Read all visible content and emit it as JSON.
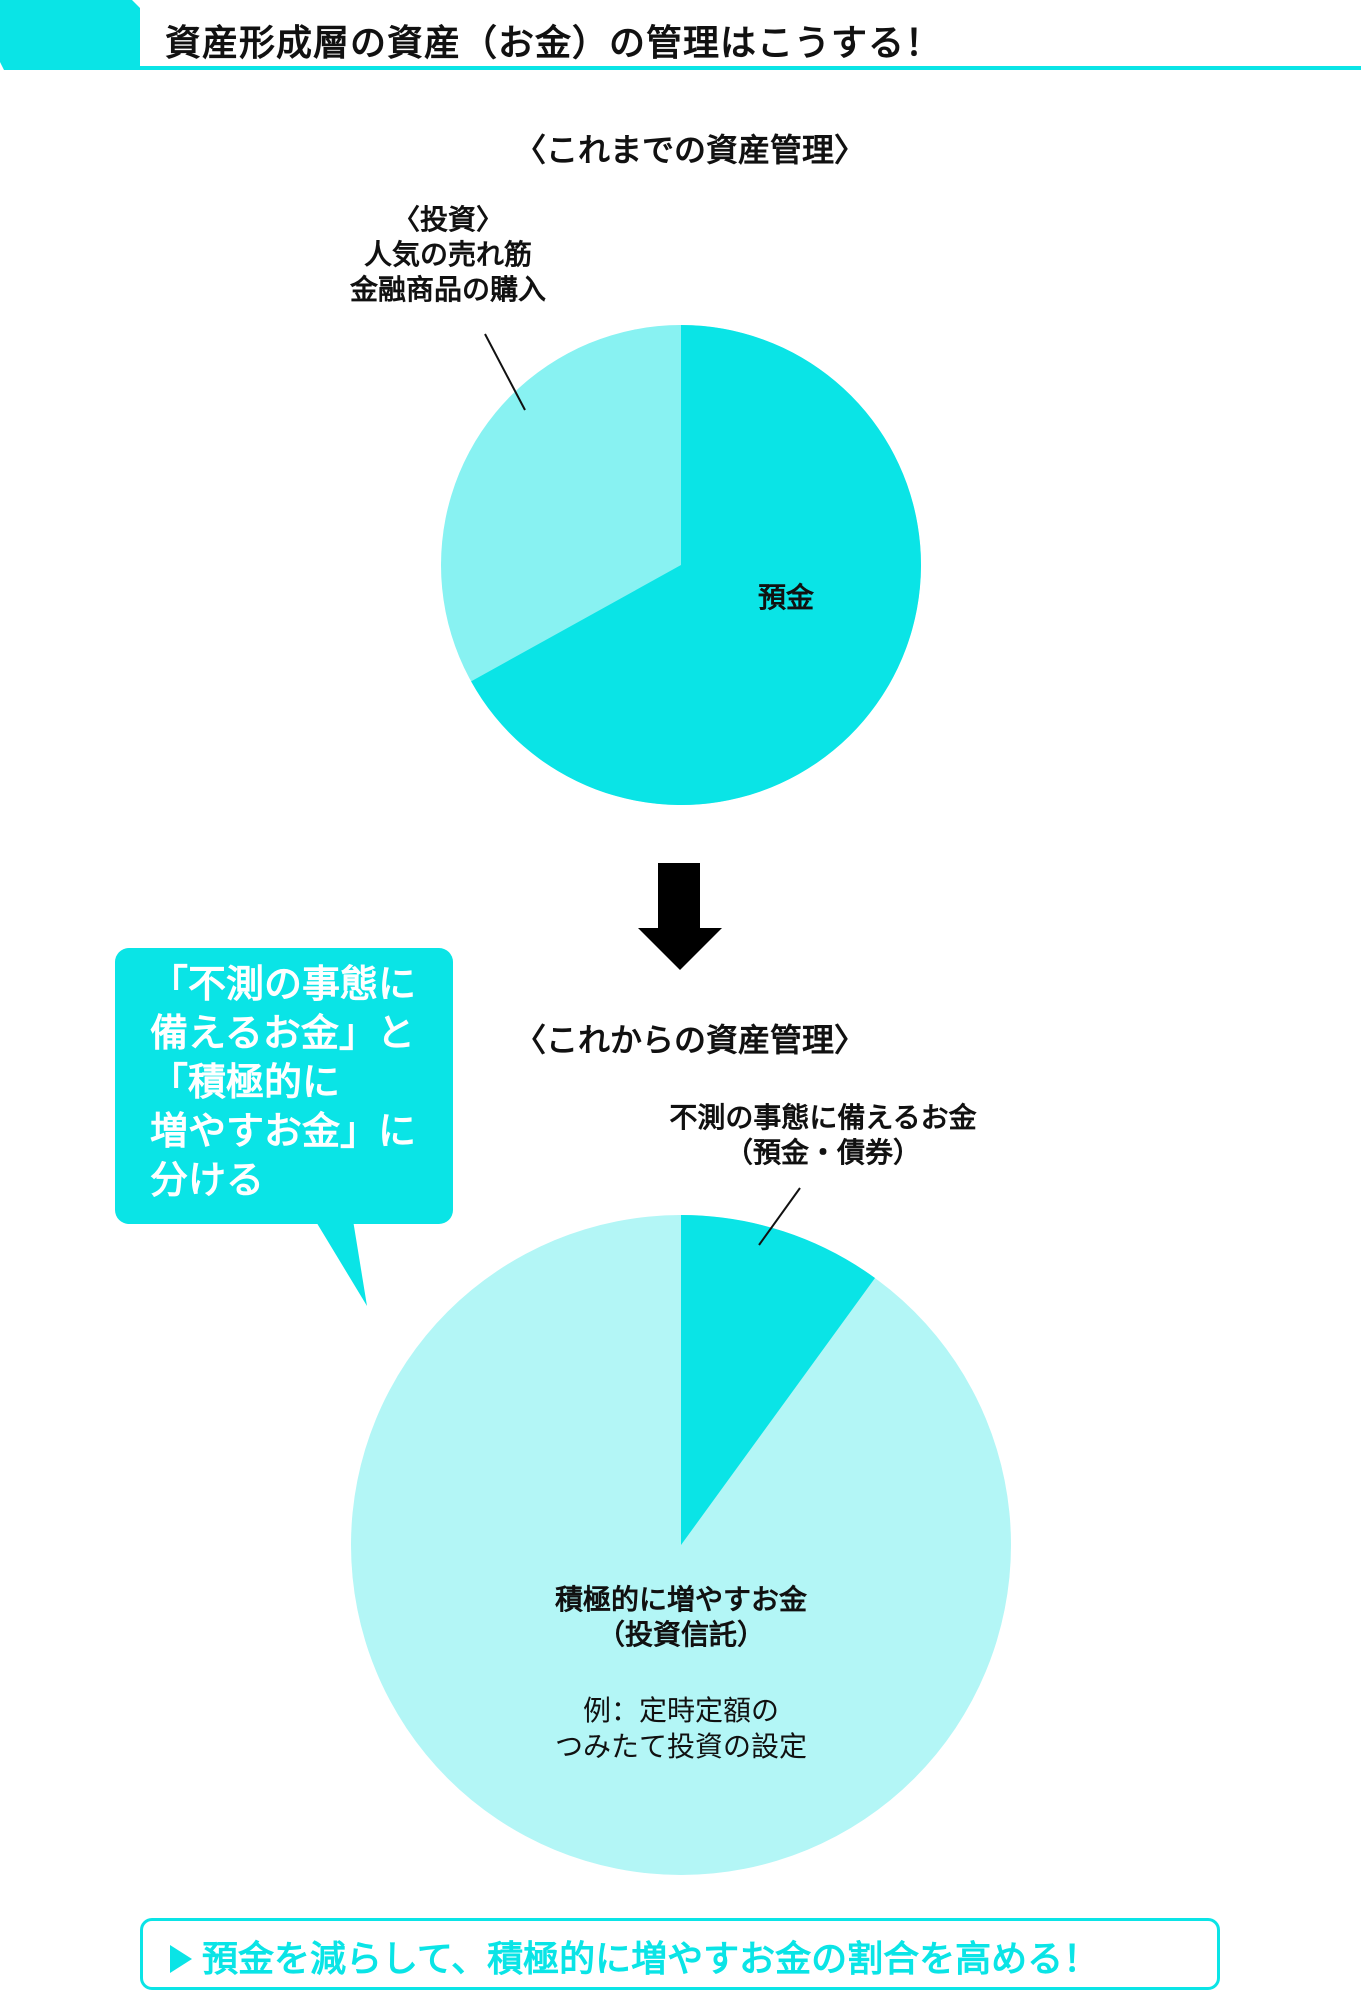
{
  "header": {
    "title": "資産形成層の資産（お金）の管理はこうする！",
    "accent_color": "#0ae4e6"
  },
  "before": {
    "section_title": "〈これまでの資産管理〉",
    "slices": [
      {
        "label": "預金",
        "percent": 67,
        "color": "#0ae4e6"
      },
      {
        "label_lines": [
          "〈投資〉",
          "人気の売れ筋",
          "金融商品の購入"
        ],
        "percent": 33,
        "color": "#88f2f2"
      }
    ]
  },
  "arrow": {
    "icon": "down-arrow-icon"
  },
  "after": {
    "section_title": "〈これからの資産管理〉",
    "slices": [
      {
        "label_lines": [
          "不測の事態に備えるお金",
          "（預金・債券）"
        ],
        "percent": 10,
        "color": "#0ae4e6"
      },
      {
        "label_lines": [
          "積極的に増やすお金",
          "（投資信託）"
        ],
        "note_lines": [
          "例：定時定額の",
          "つみたて投資の設定"
        ],
        "percent": 90,
        "color": "#b3f6f6"
      }
    ]
  },
  "bubble": {
    "lines": [
      "「不測の事態に",
      "備えるお金」と",
      "「積極的に",
      "増やすお金」に",
      "分ける"
    ]
  },
  "callout": {
    "icon": "triangle-right-icon",
    "text": "預金を減らして、積極的に増やすお金の割合を高める！"
  },
  "chart_data": [
    {
      "type": "pie",
      "title": "〈これまでの資産管理〉",
      "categories": [
        "預金",
        "〈投資〉人気の売れ筋金融商品の購入"
      ],
      "values": [
        67,
        33
      ],
      "colors": [
        "#0ae4e6",
        "#88f2f2"
      ]
    },
    {
      "type": "pie",
      "title": "〈これからの資産管理〉",
      "categories": [
        "不測の事態に備えるお金（預金・債券）",
        "積極的に増やすお金（投資信託）"
      ],
      "values": [
        10,
        90
      ],
      "colors": [
        "#0ae4e6",
        "#b3f6f6"
      ],
      "annotations": [
        "例：定時定額のつみたて投資の設定"
      ]
    }
  ]
}
